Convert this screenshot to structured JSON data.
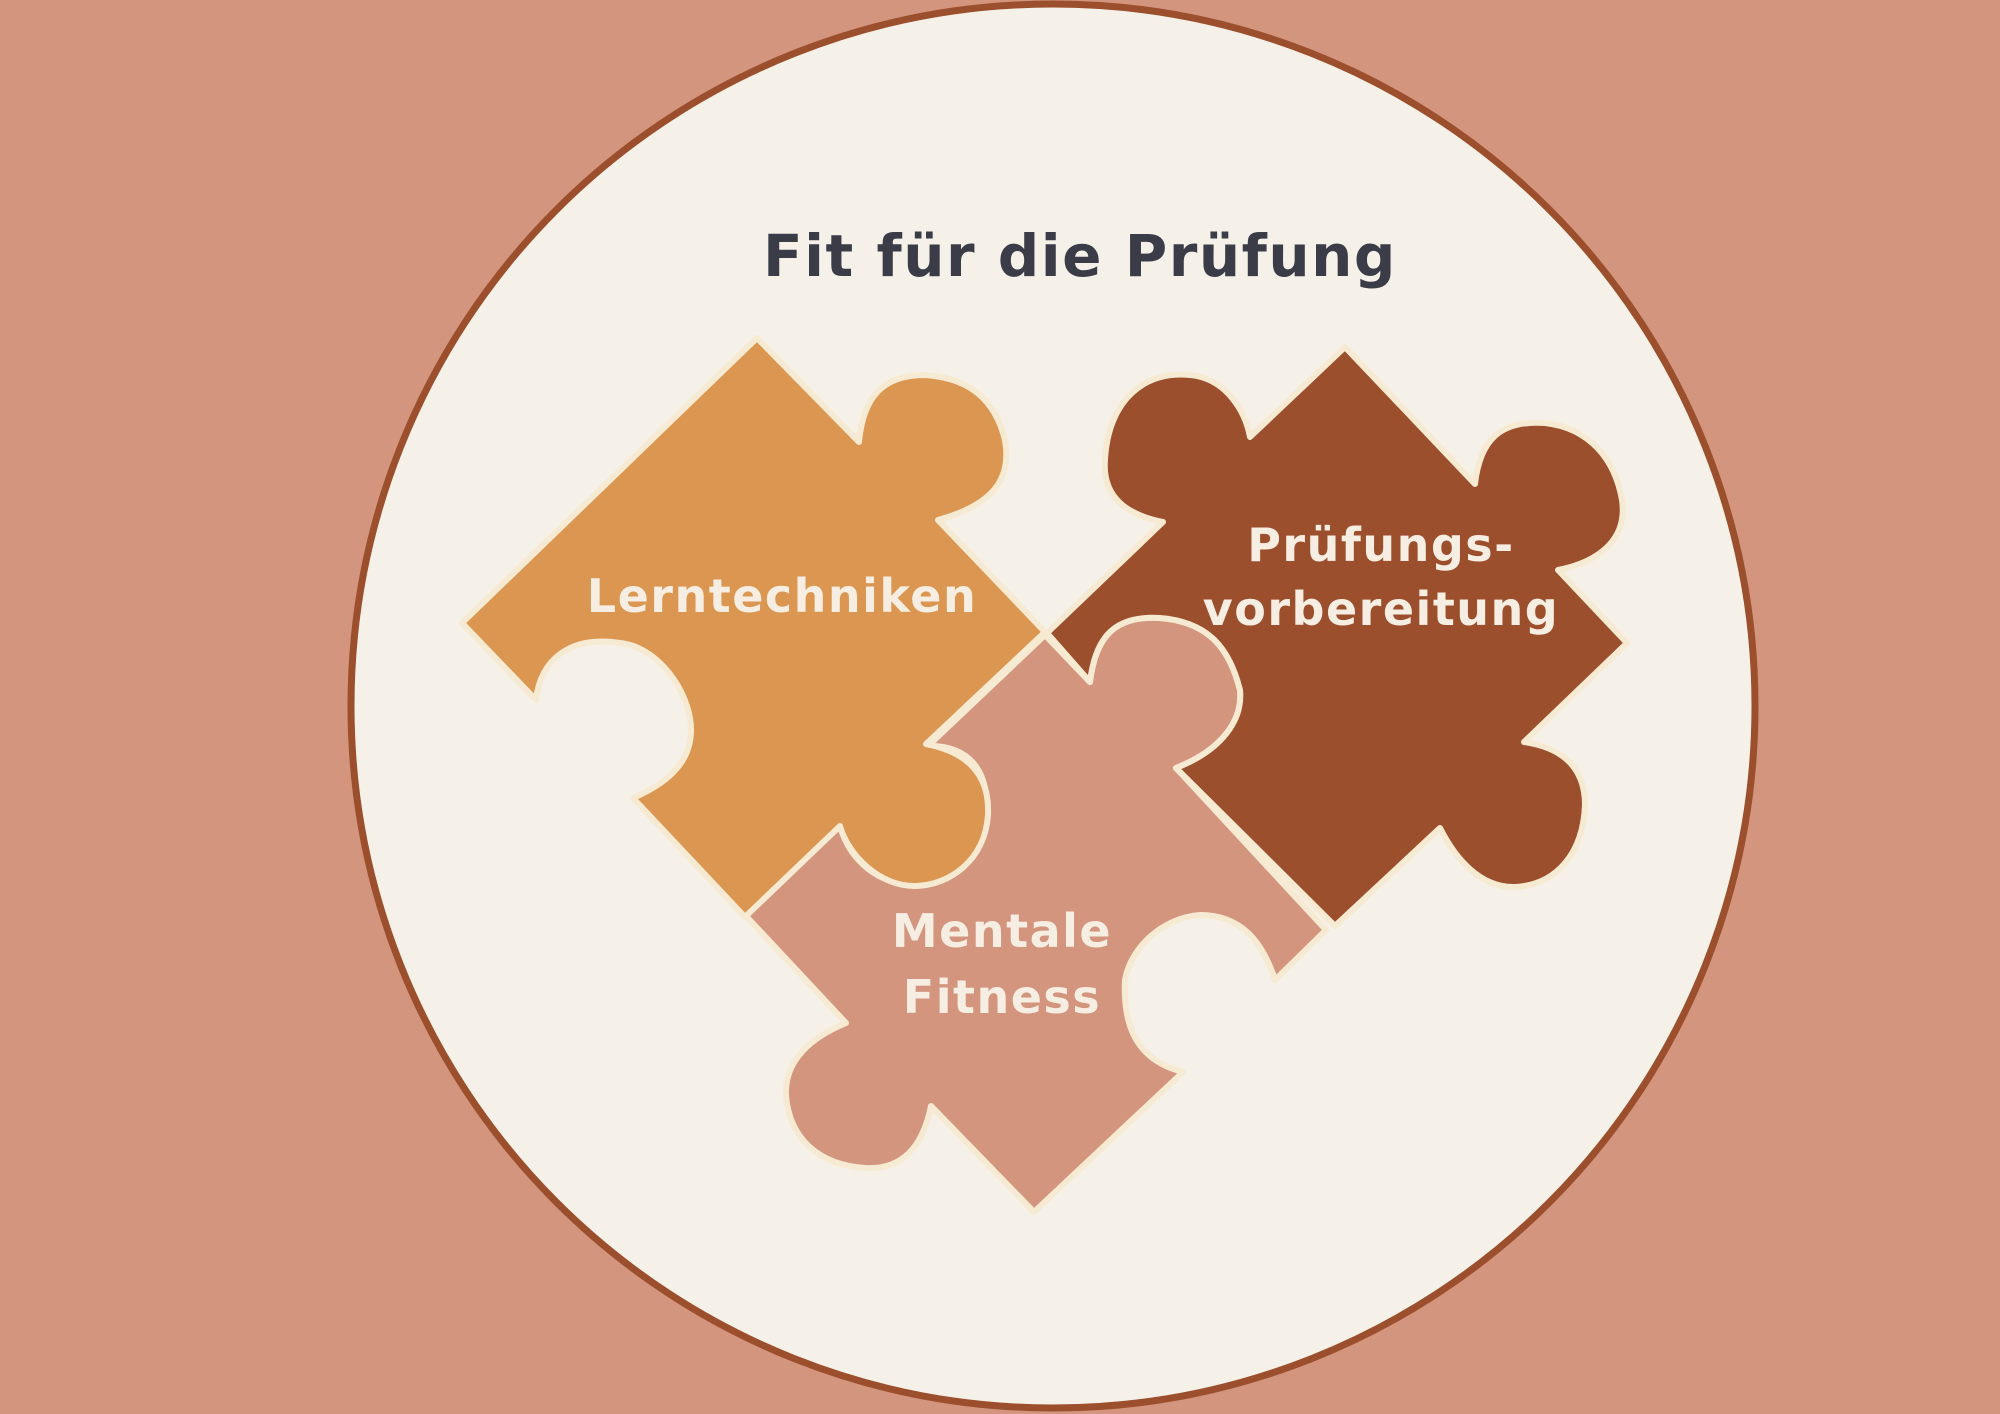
{
  "title": "Fit für die Prüfung",
  "pieces": {
    "lerntechniken": {
      "label": "Lerntechniken"
    },
    "pruefung": {
      "label_line1": "Prüfungs-",
      "label_line2": "vorbereitung"
    },
    "mentale": {
      "label_line1": "Mentale",
      "label_line2": "Fitness"
    }
  },
  "colors": {
    "background": "#d3957e",
    "circle_fill": "#f5f1e8",
    "circle_border": "#9c4f2c",
    "title_text": "#3a3d48",
    "lerntechniken_fill": "#db9751",
    "pruefung_fill": "#9b4f2c",
    "mentale_fill": "#d3957e",
    "piece_outline": "#f6ead2",
    "label_text": "#f6eee2"
  }
}
